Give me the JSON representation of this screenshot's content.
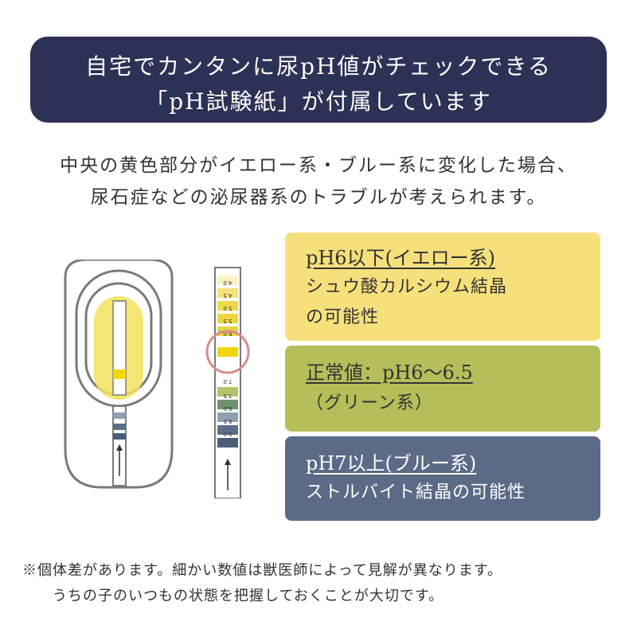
{
  "banner": {
    "line1": "自宅でカンタンに尿pH値がチェックできる",
    "line2": "「pH試験紙」が付属しています"
  },
  "intro": {
    "line1": "中央の黄色部分がイエロー系・ブルー系に変化した場合、",
    "line2": "尿石症などの泌尿器系のトラブルが考えられます。"
  },
  "cards": {
    "yellow": {
      "title": "pH6以下(イエロー系)",
      "desc_line1": "シュウ酸カルシウム結晶",
      "desc_line2": "の可能性",
      "color": "#f5e07c"
    },
    "green": {
      "title": "正常値：pH6〜6.5",
      "desc": "（グリーン系）",
      "color": "#b6be5a"
    },
    "blue": {
      "title": "pH7以上(ブルー系)",
      "desc": "ストルバイト結晶の可能性",
      "color": "#5a6a87"
    }
  },
  "strip": {
    "labels": [
      "4.0",
      "4.5",
      "5.0",
      "5.5",
      "6.0",
      "",
      "",
      "7.0",
      "7.5",
      "8.0",
      "8.5",
      "9.0"
    ],
    "highlight_color": "#d98a8a"
  },
  "note": {
    "line1": "※個体差があります。細かい数値は獣医師によって見解が異なります。",
    "line2": "うちの子のいつもの状態を把握しておくことが大切です。"
  },
  "colors": {
    "banner": "#2d3155",
    "outline": "#7a7a7a",
    "glow": "#f2e15c"
  }
}
